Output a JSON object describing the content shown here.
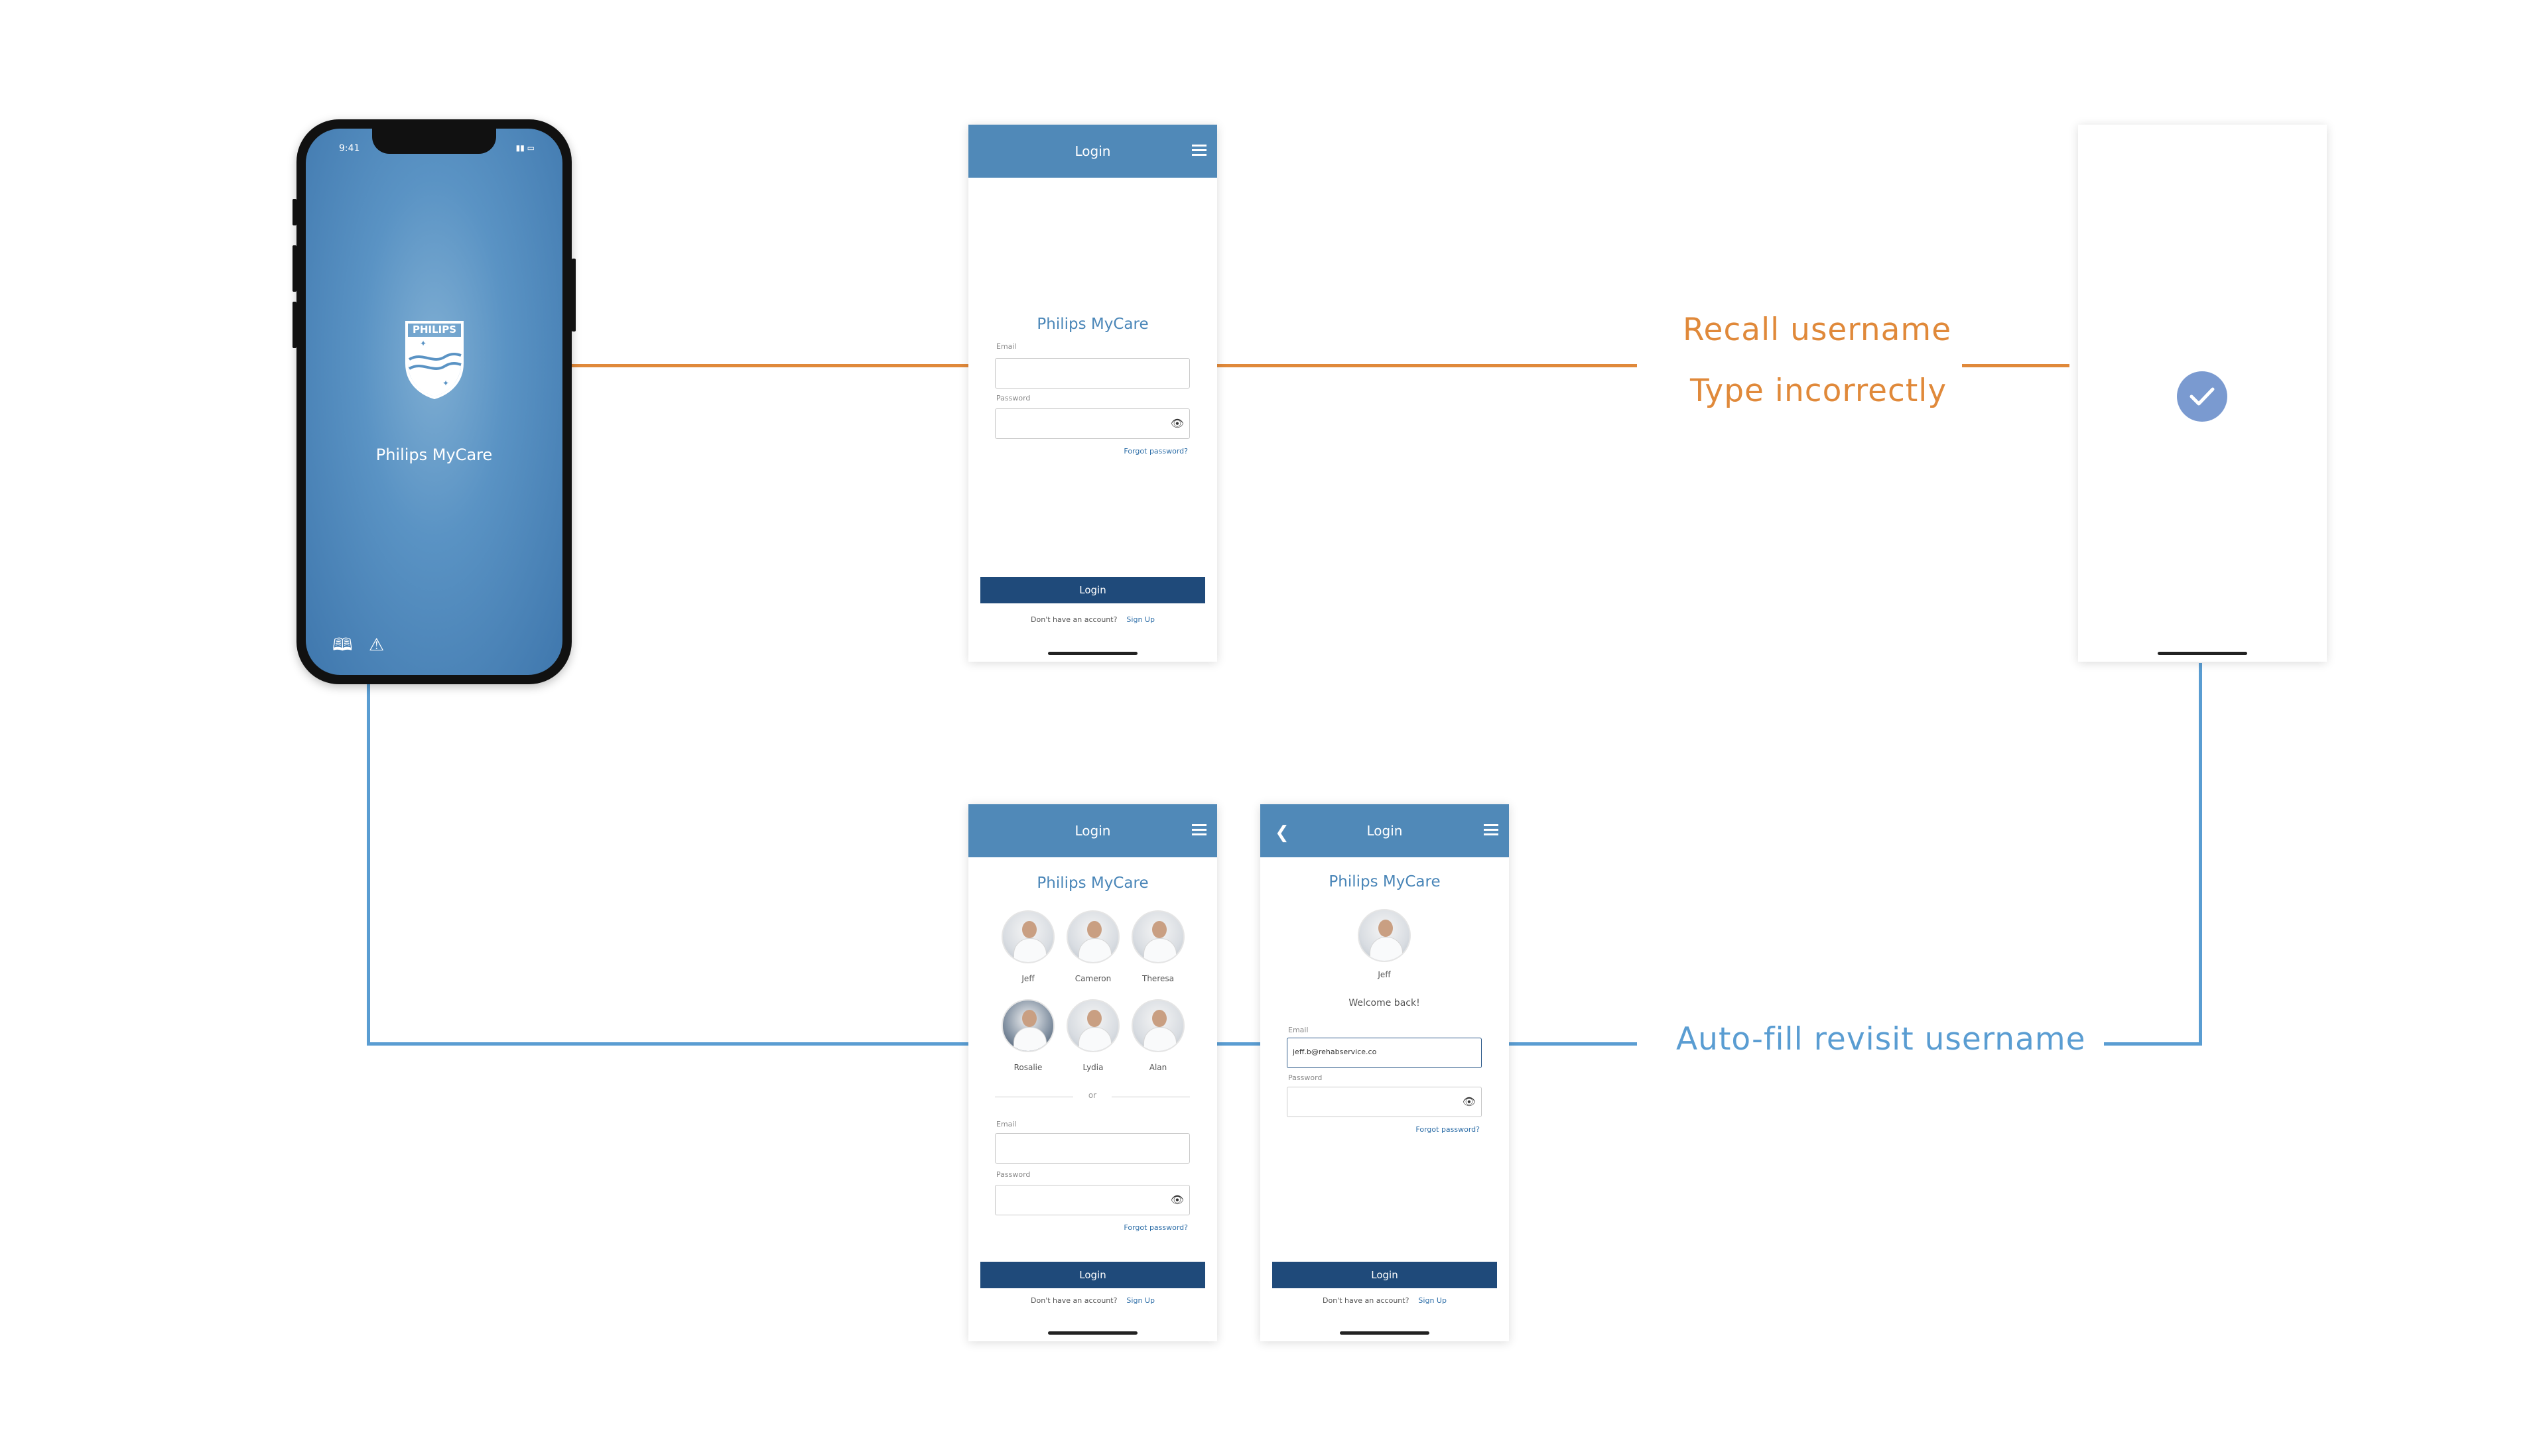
{
  "phone": {
    "status_time": "9:41",
    "app_name": "Philips MyCare",
    "logo_text": "PHILIPS"
  },
  "flow": {
    "recall_label": "Recall username",
    "type_label": "Type incorrectly",
    "autofill_label": "Auto-fill revisit username"
  },
  "screen_login": {
    "header_title": "Login",
    "app_title": "Philips MyCare",
    "email_label": "Email",
    "password_label": "Password",
    "forgot_password": "Forgot password?",
    "login_button": "Login",
    "no_account": "Don't have an account?",
    "sign_up": "Sign Up"
  },
  "screen_users": {
    "header_title": "Login",
    "app_title": "Philips MyCare",
    "users": [
      {
        "name": "Jeff"
      },
      {
        "name": "Cameron"
      },
      {
        "name": "Theresa"
      },
      {
        "name": "Rosalie"
      },
      {
        "name": "Lydia"
      },
      {
        "name": "Alan"
      }
    ],
    "or_label": "or",
    "email_label": "Email",
    "password_label": "Password",
    "forgot_password": "Forgot password?",
    "login_button": "Login",
    "no_account": "Don't have an account?",
    "sign_up": "Sign Up"
  },
  "screen_welcome": {
    "header_title": "Login",
    "app_title": "Philips MyCare",
    "user_name": "Jeff",
    "welcome": "Welcome back!",
    "email_label": "Email",
    "email_value": "jeff.b@rehabservice.co",
    "password_label": "Password",
    "forgot_password": "Forgot password?",
    "login_button": "Login",
    "no_account": "Don't have an account?",
    "sign_up": "Sign Up"
  },
  "colors": {
    "orange": "#e0893a",
    "blue": "#5a9dd2",
    "header": "#5089b8",
    "button": "#1f4a7a",
    "check": "#7a9ad0"
  }
}
